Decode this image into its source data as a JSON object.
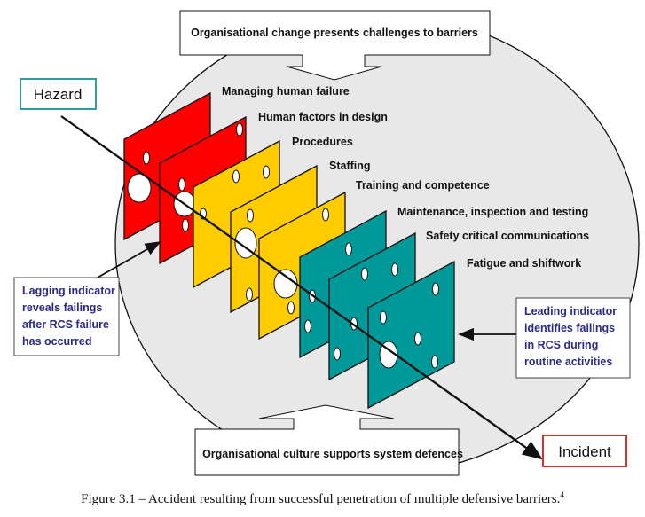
{
  "diagram": {
    "title": "Swiss cheese model of defensive barriers",
    "hazard_label": "Hazard",
    "incident_label": "Incident",
    "top_callout": "Organisational change presents challenges to barriers",
    "bottom_callout": "Organisational culture supports system defences",
    "lagging_indicator": [
      "Lagging indicator",
      "reveals failings",
      "after RCS failure",
      "has occurred"
    ],
    "leading_indicator": [
      "Leading indicator",
      "identifies failings",
      "in RCS during",
      "routine activities"
    ],
    "barriers": [
      {
        "label": "Managing human failure",
        "color": "#ff0000"
      },
      {
        "label": "Human factors in design",
        "color": "#ff0000"
      },
      {
        "label": "Procedures",
        "color": "#ffcc00"
      },
      {
        "label": "Staffing",
        "color": "#ffcc00"
      },
      {
        "label": "Training and competence",
        "color": "#ffcc00"
      },
      {
        "label": "Maintenance, inspection and testing",
        "color": "#009999"
      },
      {
        "label": "Safety critical communications",
        "color": "#009999"
      },
      {
        "label": "Fatigue and shiftwork",
        "color": "#009999"
      }
    ],
    "colors": {
      "background_ellipse": "#e8e8e8",
      "hazard_border": "#2e9e9e",
      "incident_border": "#e32b2b",
      "indicator_text": "#2a2a8c"
    }
  },
  "caption": {
    "text": "Figure 3.1 – Accident resulting from successful penetration of multiple defensive barriers.",
    "footnote": "4"
  }
}
